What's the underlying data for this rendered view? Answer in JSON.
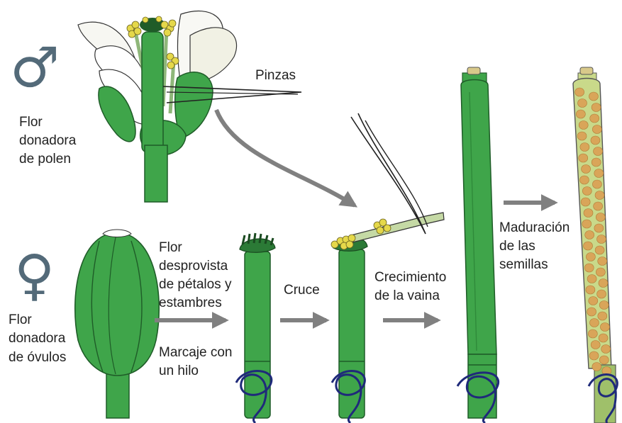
{
  "symbols": {
    "male": "♂",
    "female": "♀",
    "symbol_color": "#536a79"
  },
  "labels": {
    "pinzas": "Pinzas",
    "flor_polen": [
      "Flor",
      "donadora",
      "de polen"
    ],
    "flor_ovulos": [
      "Flor",
      "donadora",
      "de óvulos"
    ],
    "desprovista": [
      "Flor",
      "desprovista",
      "de pétalos y",
      "estambres"
    ],
    "marcaje": [
      "Marcaje con",
      "un hilo"
    ],
    "cruce": "Cruce",
    "crecimiento": [
      "Crecimiento",
      "de la vaina"
    ],
    "maduracion": [
      "Maduración",
      "de las",
      "semillas"
    ]
  },
  "colors": {
    "stem_green": "#3fa54a",
    "stem_outline": "#1f5c28",
    "anther_yellow": "#e5d84a",
    "arrow_gray": "#808080",
    "thread_blue": "#1f2a7a",
    "seed_orange": "#d9a559",
    "mature_pod": "#c9d98a"
  }
}
